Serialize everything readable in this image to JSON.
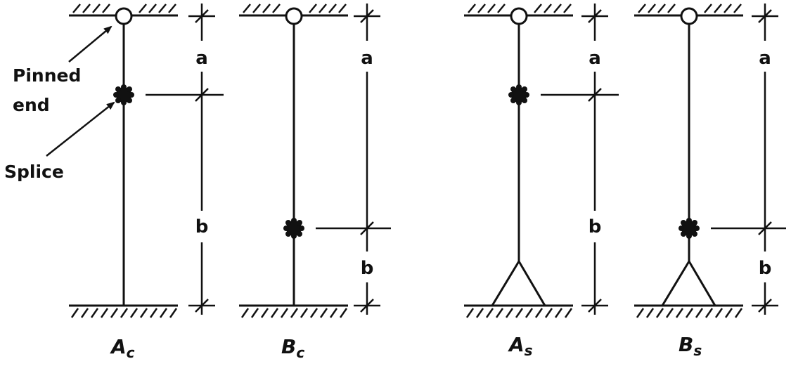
{
  "annotations": {
    "pinned_line1": "Pinned",
    "pinned_line2": "end",
    "splice": "Splice"
  },
  "columns": [
    {
      "main": "A",
      "sub": "c",
      "dim_top": "a",
      "dim_bottom": "b"
    },
    {
      "main": "B",
      "sub": "c",
      "dim_top": "a",
      "dim_bottom": "b"
    },
    {
      "main": "A",
      "sub": "s",
      "dim_top": "a",
      "dim_bottom": "b"
    },
    {
      "main": "B",
      "sub": "s",
      "dim_top": "a",
      "dim_bottom": "b"
    }
  ],
  "colors": {
    "ink": "#111111",
    "background": "#ffffff"
  }
}
